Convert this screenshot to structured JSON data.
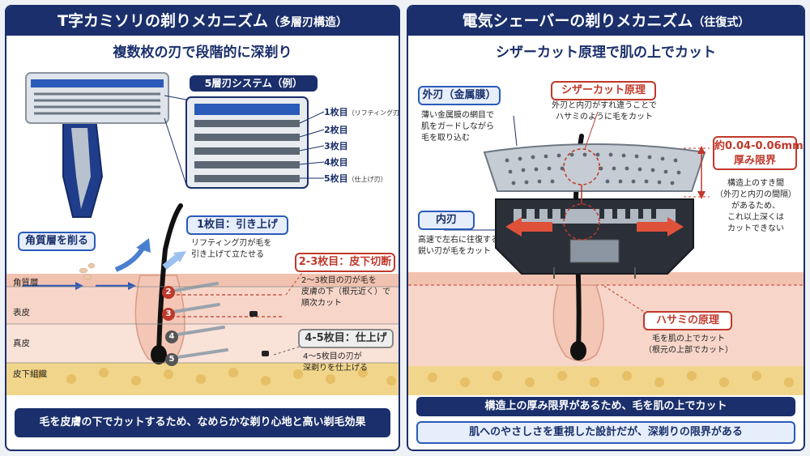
{
  "left": {
    "title": "T字カミソリの剃りメカニズム",
    "title_sub": "（多層刃構造）",
    "subtitle": "複数枚の刃で段階的に深剃り",
    "system_label": "5層刃システム（例）",
    "blades": [
      {
        "label": "1枚目",
        "note": "（リフティング刃）"
      },
      {
        "label": "2枚目",
        "note": ""
      },
      {
        "label": "3枚目",
        "note": ""
      },
      {
        "label": "4枚目",
        "note": ""
      },
      {
        "label": "5枚目",
        "note": "（仕上げ刃）"
      }
    ],
    "callout_stratum": "角質層を削る",
    "callout_lift": {
      "num": "1",
      "title": "1枚目：引き上げ",
      "note1": "リフティング刃が毛を",
      "note2": "引き上げて立たせる"
    },
    "callout_cut": {
      "title": "2-3枚目：皮下切断",
      "note1": "2～3枚目の刃が毛を",
      "note2": "皮膚の下（根元近く）で",
      "note3": "順次カット"
    },
    "callout_finish": {
      "title": "4-5枚目：仕上げ",
      "note1": "4～5枚目の刃が",
      "note2": "深剃りを仕上げる"
    },
    "layers": [
      "角質層",
      "表皮",
      "真皮",
      "皮下組織"
    ],
    "markers": [
      "2",
      "3",
      "4",
      "5"
    ],
    "footer": "毛を皮膚の下でカットするため、なめらかな剃り心地と高い剃毛効果"
  },
  "right": {
    "title": "電気シェーバーの剃りメカニズム",
    "title_sub": "（往復式）",
    "subtitle": "シザーカット原理で肌の上でカット",
    "outer_blade": {
      "title": "外刃（金属膜）",
      "note1": "薄い金属膜の網目で",
      "note2": "肌をガードしながら",
      "note3": "毛を取り込む"
    },
    "scissor": {
      "title": "シザーカット原理",
      "note1": "外刃と内刃がすれ違うことで",
      "note2": "ハサミのように毛をカット"
    },
    "thickness": {
      "line1": "約0.04-0.06mm",
      "line2": "厚み限界"
    },
    "gap_note": [
      "構造上のすき間",
      "（外刃と内刃の間隔）",
      "があるため、",
      "これ以上深くは",
      "カットできない"
    ],
    "inner_blade": {
      "title": "内刃",
      "note1": "高速で左右に往復する",
      "note2": "鋭い刃が毛をカット"
    },
    "scissors_principle": {
      "title": "ハサミの原理",
      "note1": "毛を肌の上でカット",
      "note2": "（根元の上部でカット）"
    },
    "footer1": "構造上の厚み限界があるため、毛を肌の上でカット",
    "footer2": "肌へのやさしさを重視した設計だが、深剃りの限界がある"
  },
  "colors": {
    "navy": "#1a2f6b",
    "accent_blue": "#2a5bb8",
    "red": "#c0392b",
    "skin": "#f6d2c4",
    "fat": "#f1d58a"
  }
}
